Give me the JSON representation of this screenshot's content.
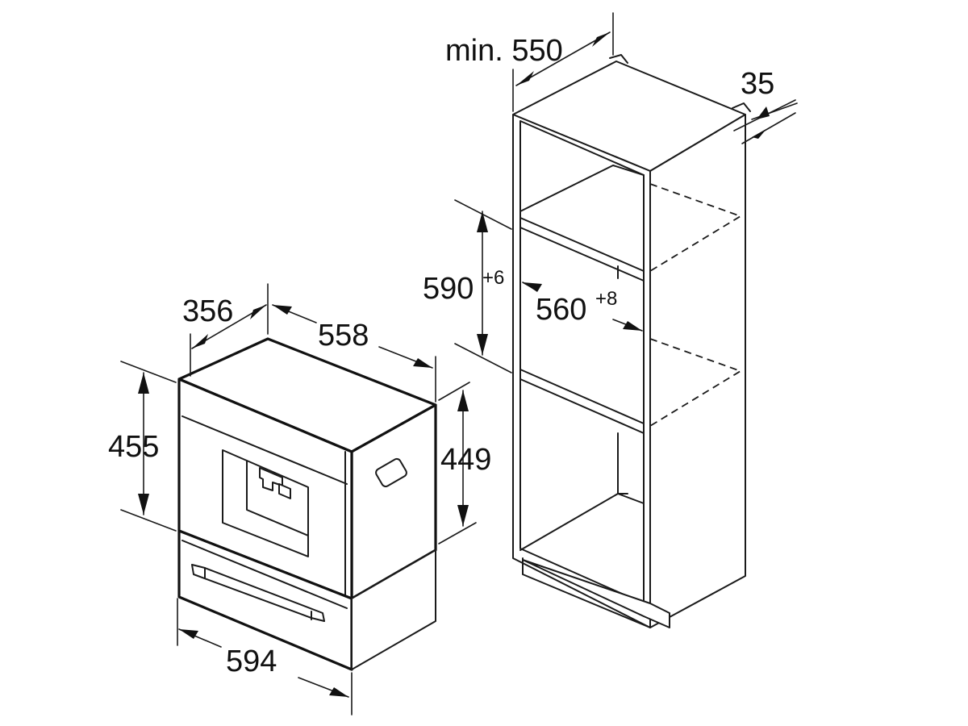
{
  "dimensions": {
    "cabinet_min_depth": "min. 550",
    "cabinet_gap": "35",
    "niche_height": "590",
    "niche_height_tol": "+6",
    "niche_width": "560",
    "niche_width_tol": "+8",
    "appliance_depth_side": "356",
    "appliance_depth": "558",
    "appliance_height": "455",
    "appliance_body_height": "449",
    "appliance_width": "594"
  },
  "colors": {
    "line": "#1a1a1a",
    "background": "#ffffff"
  }
}
